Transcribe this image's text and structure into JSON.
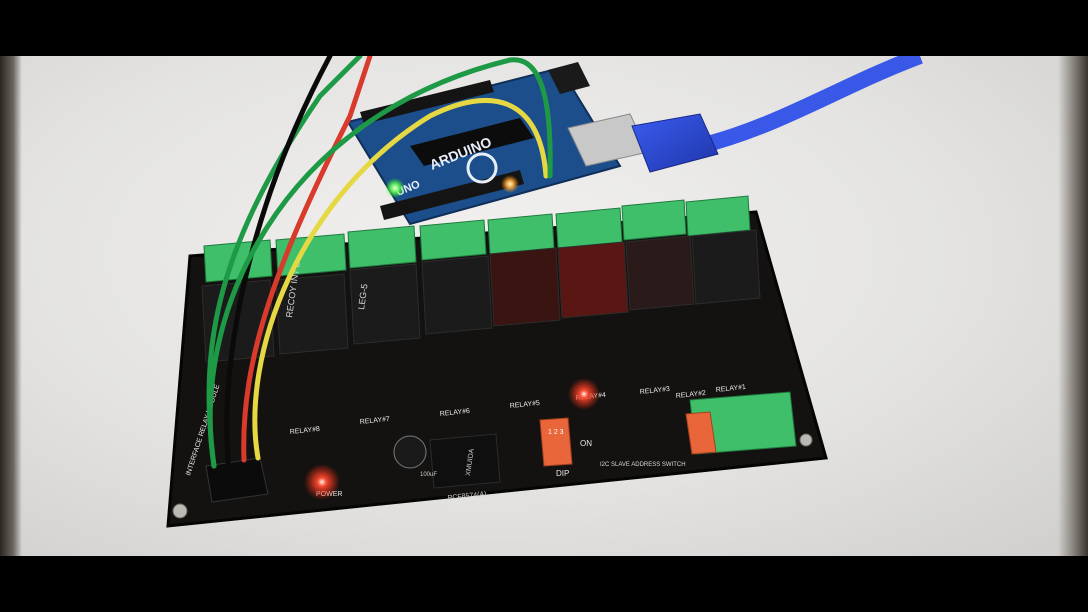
{
  "photo": {
    "arduino": {
      "brand": "ARDUINO",
      "model": "UNO"
    },
    "board": {
      "relay_brand": "RECOY INT'L",
      "relay_model": "LEG-5",
      "relay_labels": [
        "RELAY#8",
        "RELAY#7",
        "RELAY#6",
        "RELAY#5",
        "RELAY#4",
        "RELAY#3",
        "RELAY#2",
        "RELAY#1"
      ],
      "chip_label": "XMUIDA",
      "chip_part": "PCF8574(A)",
      "dip_label": "DIP",
      "dip_on": "ON",
      "dip_numbers": "1 2 3",
      "address_label": "I2C SLAVE\nADDRESS SWITCH",
      "power_label": "POWER",
      "module_label": "INTERFACE RELAY MODULE",
      "cap_label": "100uF"
    },
    "colors": {
      "pcb": "#141210",
      "terminal": "#3fbf6a",
      "terminal_orange": "#e8663a",
      "relay": "#1a1a1a",
      "arduino_blue": "#1b4e8a",
      "usb_cable": "#2f4fd8",
      "wire_green": "#1e9a47",
      "wire_red": "#d83a2c",
      "wire_yellow": "#e6d843",
      "wire_black": "#0a0a0a",
      "led_red": "#ff3b2a"
    }
  }
}
